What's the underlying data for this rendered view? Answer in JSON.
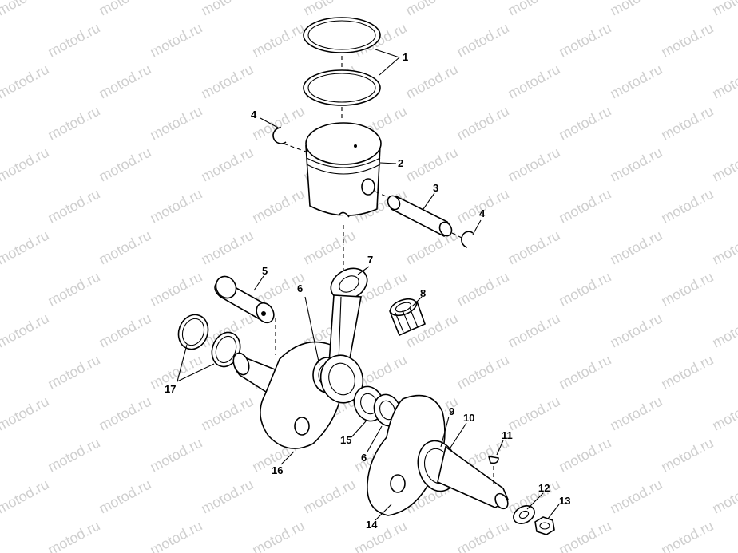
{
  "watermark": "motod.ru",
  "colors": {
    "line": "#000000",
    "background": "#ffffff",
    "watermark": "#cfcfcf"
  },
  "callouts": {
    "c1": "1",
    "c2": "2",
    "c3": "3",
    "c4a": "4",
    "c4b": "4",
    "c5": "5",
    "c6a": "6",
    "c6b": "6",
    "c7": "7",
    "c8": "8",
    "c9": "9",
    "c10": "10",
    "c11": "11",
    "c12": "12",
    "c13": "13",
    "c14": "14",
    "c15": "15",
    "c16": "16",
    "c17": "17"
  }
}
